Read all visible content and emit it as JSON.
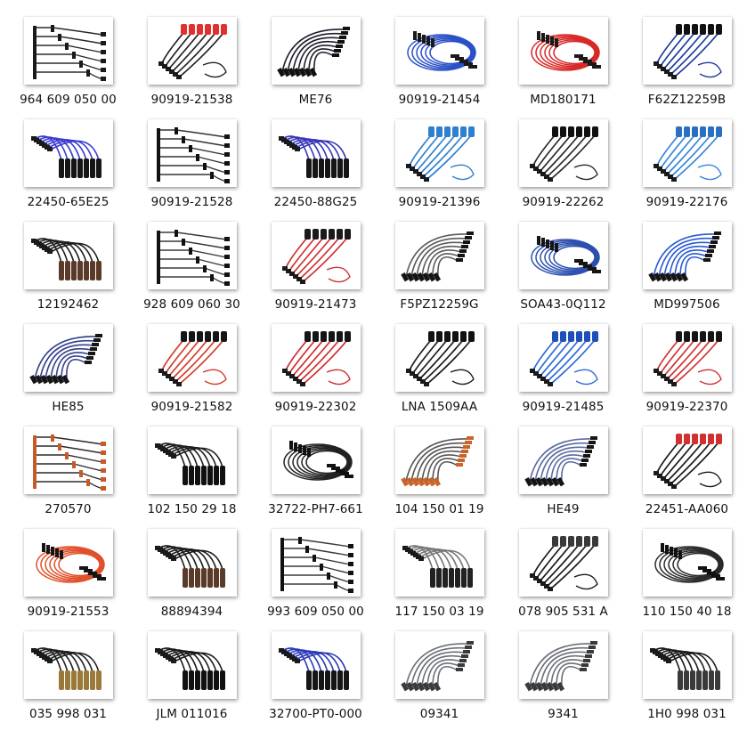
{
  "products": [
    {
      "part_number": "964 609 050 00",
      "wire_color": "#2b2b2b",
      "boot_color": "#1a1a1a",
      "style": "set-spread"
    },
    {
      "part_number": "90919-21538",
      "wire_color": "#222222",
      "boot_color": "#e03030",
      "style": "fan-boots-top"
    },
    {
      "part_number": "ME76",
      "wire_color": "#1e1e2a",
      "boot_color": "#111111",
      "style": "arcs"
    },
    {
      "part_number": "90919-21454",
      "wire_color": "#2a50c8",
      "boot_color": "#1a1a1a",
      "style": "loops"
    },
    {
      "part_number": "MD180171",
      "wire_color": "#d82828",
      "boot_color": "#1a1a1a",
      "style": "loops"
    },
    {
      "part_number": "F62Z12259B",
      "wire_color": "#1d3a9a",
      "boot_color": "#111111",
      "style": "fan-boots-top"
    },
    {
      "part_number": "22450-65E25",
      "wire_color": "#3a3ad0",
      "boot_color": "#151515",
      "style": "fan-boots-bottom"
    },
    {
      "part_number": "90919-21528",
      "wire_color": "#333333",
      "boot_color": "#111111",
      "style": "set-spread"
    },
    {
      "part_number": "22450-88G25",
      "wire_color": "#3636b8",
      "boot_color": "#151515",
      "style": "fan-boots-bottom"
    },
    {
      "part_number": "90919-21396",
      "wire_color": "#2f7fd0",
      "boot_color": "#2f7fd0",
      "style": "fan-boots-top"
    },
    {
      "part_number": "90919-22262",
      "wire_color": "#2a2a2a",
      "boot_color": "#111111",
      "style": "fan-boots-top"
    },
    {
      "part_number": "90919-22176",
      "wire_color": "#3585d8",
      "boot_color": "#2b6fc0",
      "style": "fan-boots-top"
    },
    {
      "part_number": "12192462",
      "wire_color": "#1d1d1d",
      "boot_color": "#5a3a28",
      "style": "fan-boots-bottom"
    },
    {
      "part_number": "928 609 060 30",
      "wire_color": "#3a3a3a",
      "boot_color": "#111111",
      "style": "set-spread"
    },
    {
      "part_number": "90919-21473",
      "wire_color": "#d03030",
      "boot_color": "#1a1a1a",
      "style": "fan-boots-top"
    },
    {
      "part_number": "F5PZ12259G",
      "wire_color": "#5a5a5a",
      "boot_color": "#151515",
      "style": "arcs"
    },
    {
      "part_number": "SOA43-0Q112",
      "wire_color": "#2d4fb0",
      "boot_color": "#151515",
      "style": "loops"
    },
    {
      "part_number": "MD997506",
      "wire_color": "#2a5ad0",
      "boot_color": "#151515",
      "style": "arcs"
    },
    {
      "part_number": "HE85",
      "wire_color": "#34408a",
      "boot_color": "#151515",
      "style": "arcs"
    },
    {
      "part_number": "90919-21582",
      "wire_color": "#d23a28",
      "boot_color": "#151515",
      "style": "fan-boots-top"
    },
    {
      "part_number": "90919-22302",
      "wire_color": "#d02a2a",
      "boot_color": "#151515",
      "style": "fan-boots-top"
    },
    {
      "part_number": "LNA 1509AA",
      "wire_color": "#1a1a1a",
      "boot_color": "#111111",
      "style": "fan-boots-top"
    },
    {
      "part_number": "90919-21485",
      "wire_color": "#2a6ad8",
      "boot_color": "#1f4fb8",
      "style": "fan-boots-top"
    },
    {
      "part_number": "90919-22370",
      "wire_color": "#d03030",
      "boot_color": "#151515",
      "style": "fan-boots-top"
    },
    {
      "part_number": "270570",
      "wire_color": "#2a2a2a",
      "boot_color": "#c85a28",
      "style": "set-spread"
    },
    {
      "part_number": "102 150 29 18",
      "wire_color": "#1e1e1e",
      "boot_color": "#111111",
      "style": "fan-boots-bottom"
    },
    {
      "part_number": "32722-PH7-661",
      "wire_color": "#222222",
      "boot_color": "#111111",
      "style": "loops"
    },
    {
      "part_number": "104 150 01 19",
      "wire_color": "#555555",
      "boot_color": "#c8642a",
      "style": "arcs"
    },
    {
      "part_number": "HE49",
      "wire_color": "#5a6aa0",
      "boot_color": "#151515",
      "style": "arcs"
    },
    {
      "part_number": "22451-AA060",
      "wire_color": "#1a1a1a",
      "boot_color": "#d23030",
      "style": "fan-boots-top"
    },
    {
      "part_number": "90919-21553",
      "wire_color": "#e0502a",
      "boot_color": "#151515",
      "style": "loops"
    },
    {
      "part_number": "88894394",
      "wire_color": "#1a1a1a",
      "boot_color": "#5a3a28",
      "style": "fan-boots-bottom"
    },
    {
      "part_number": "993 609 050 00",
      "wire_color": "#3a3a3a",
      "boot_color": "#111111",
      "style": "set-spread"
    },
    {
      "part_number": "117 150 03 19",
      "wire_color": "#777777",
      "boot_color": "#222222",
      "style": "fan-boots-bottom"
    },
    {
      "part_number": "078 905 531 A",
      "wire_color": "#1a1a1a",
      "boot_color": "#3a3a3a",
      "style": "fan-boots-top"
    },
    {
      "part_number": "110 150 40 18",
      "wire_color": "#2a2a2a",
      "boot_color": "#111111",
      "style": "loops"
    },
    {
      "part_number": "035 998 031",
      "wire_color": "#1e1e1e",
      "boot_color": "#9a7a3a",
      "style": "fan-boots-bottom"
    },
    {
      "part_number": "JLM 011016",
      "wire_color": "#1a1a1a",
      "boot_color": "#111111",
      "style": "fan-boots-bottom"
    },
    {
      "part_number": "32700-PT0-000",
      "wire_color": "#2a3ab8",
      "boot_color": "#151515",
      "style": "fan-boots-bottom"
    },
    {
      "part_number": "09341",
      "wire_color": "#6a7078",
      "boot_color": "#3a3a3a",
      "style": "arcs"
    },
    {
      "part_number": "9341",
      "wire_color": "#6a7078",
      "boot_color": "#3a3a3a",
      "style": "arcs"
    },
    {
      "part_number": "1H0 998 031",
      "wire_color": "#1a1a1a",
      "boot_color": "#3a3a3a",
      "style": "fan-boots-bottom"
    }
  ]
}
